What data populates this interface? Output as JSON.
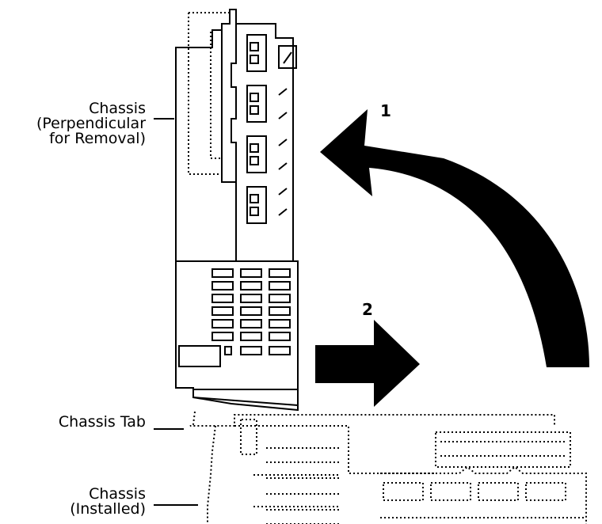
{
  "labels": {
    "chassis_perpendicular": [
      "Chassis",
      "(Perpendicular",
      "for Removal)"
    ],
    "chassis_tab": "Chassis Tab",
    "chassis_installed": [
      "Chassis",
      "(Installed)"
    ]
  },
  "steps": {
    "step1": "1",
    "step2": "2"
  },
  "colors": {
    "ink": "#000000",
    "background": "#ffffff"
  }
}
